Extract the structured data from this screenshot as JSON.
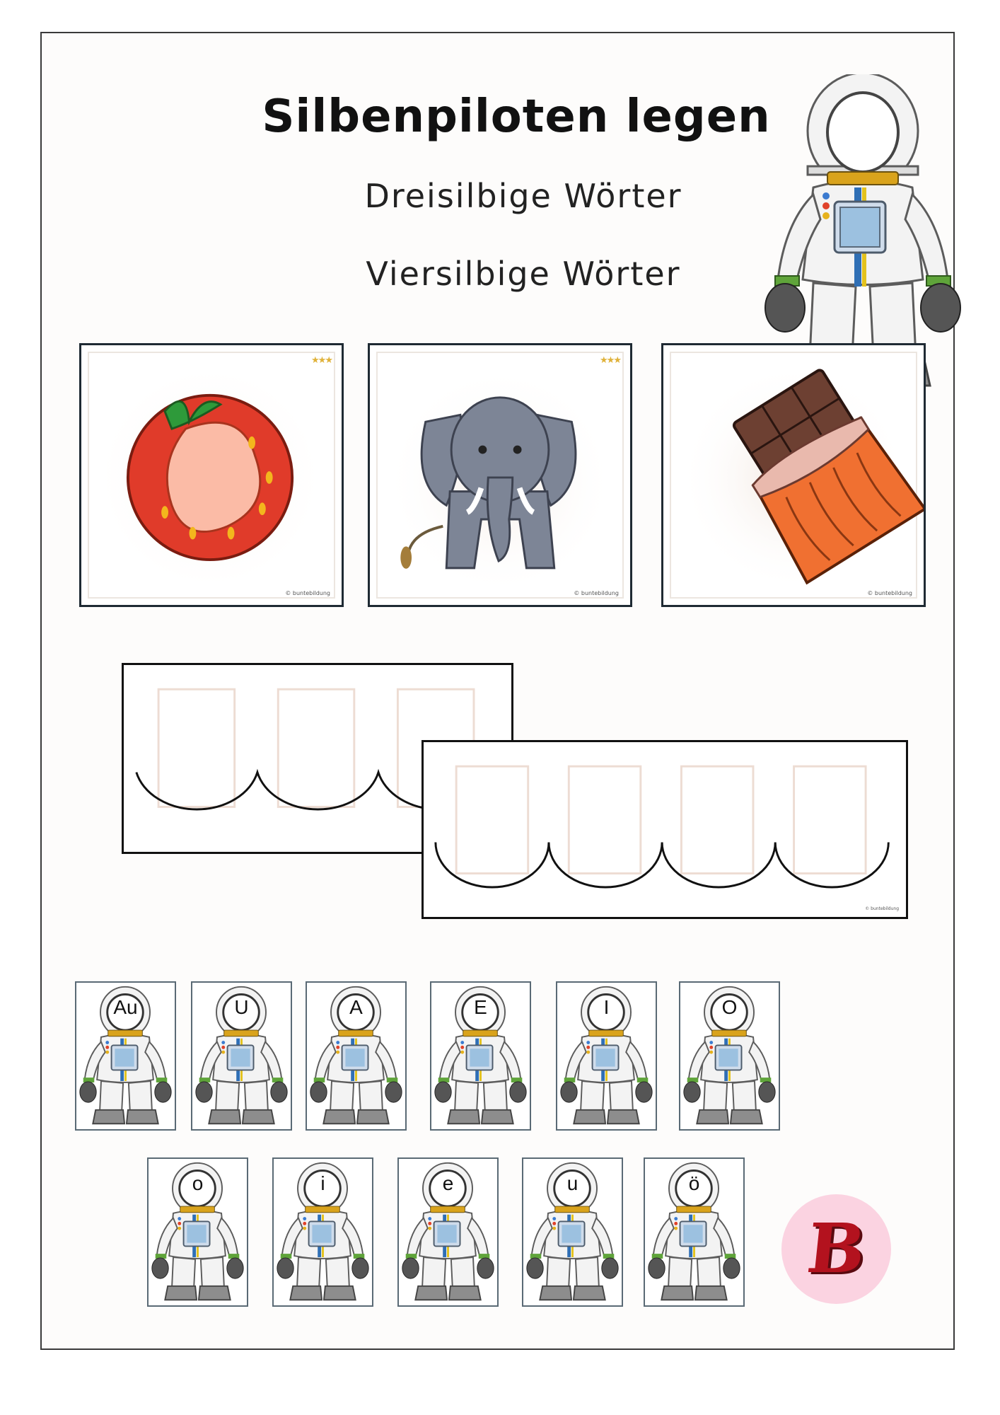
{
  "header": {
    "title": "Silbenpiloten legen",
    "subtitle_1": "Dreisilbige Wörter",
    "subtitle_2": "Viersilbige Wörter"
  },
  "picture_cards": [
    {
      "subject": "tomato",
      "copyright": "© buntebildung",
      "stars": "★★★"
    },
    {
      "subject": "elephant",
      "copyright": "© buntebildung",
      "stars": "★★★"
    },
    {
      "subject": "chocolate",
      "copyright": "© buntebildung"
    }
  ],
  "syllable_boards": [
    {
      "slots": 3
    },
    {
      "slots": 4,
      "copyright": "© buntebildung"
    }
  ],
  "pilot_cards_row1": [
    "Au",
    "U",
    "A",
    "E",
    "I",
    "O"
  ],
  "pilot_cards_row2": [
    "o",
    "i",
    "e",
    "u",
    "ö"
  ],
  "badge": {
    "letter": "B"
  },
  "colors": {
    "suit": "#f2f2f2",
    "suit_outline": "#6b6b6b",
    "visor_frame": "#d9a31c",
    "cuff_green": "#5fa43a",
    "chest_panel": "#9cc1e0",
    "stripe_blue": "#2f6fb5",
    "boots": "#8d8d8d",
    "badge_bg": "#fbd3e1",
    "badge_letter": "#b3121e"
  }
}
